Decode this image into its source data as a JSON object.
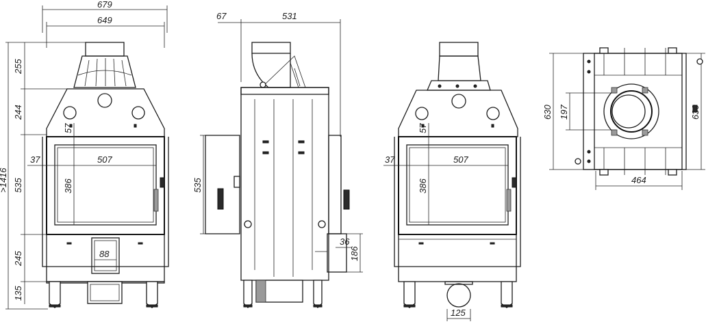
{
  "dimensions": {
    "front": {
      "total_width": "679",
      "inner_width": "649",
      "height_top": "255",
      "height_upper": "244",
      "height_over_total": ">1416",
      "height_door": "535",
      "height_lower": "245",
      "height_legs": "135",
      "offset_top": "57",
      "offset_left": "37",
      "glass_width": "507",
      "glass_height": "386",
      "air_inlet_width": "88"
    },
    "side": {
      "offset": "67",
      "depth": "531",
      "panel_height": "535",
      "inlet_width": "36",
      "inlet_height": "186"
    },
    "back": {
      "offset_top": "57",
      "offset_left": "37",
      "glass_width": "507",
      "glass_height": "386",
      "duct_diameter": "125"
    },
    "top": {
      "outer_depth": "630",
      "flue_diameter": "197",
      "right_depth": "630",
      "width": "464"
    }
  }
}
